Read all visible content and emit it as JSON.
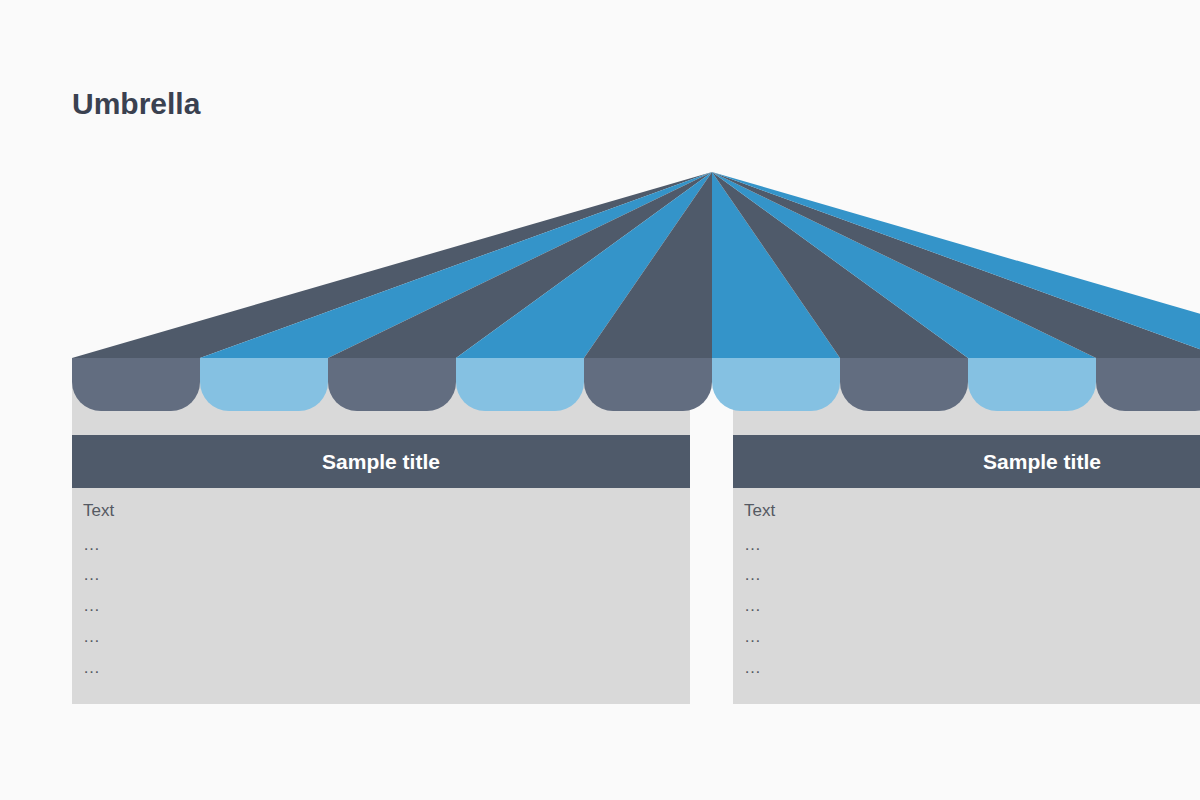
{
  "diagram": {
    "title": "Umbrella",
    "nodes": [
      {
        "text": [
          "Sample title",
          "Text",
          "…",
          "…",
          "…",
          "…",
          "…"
        ]
      },
      {
        "text": [
          "Sample title",
          "Text",
          "…",
          "…",
          "…",
          "…",
          "…"
        ]
      }
    ]
  }
}
